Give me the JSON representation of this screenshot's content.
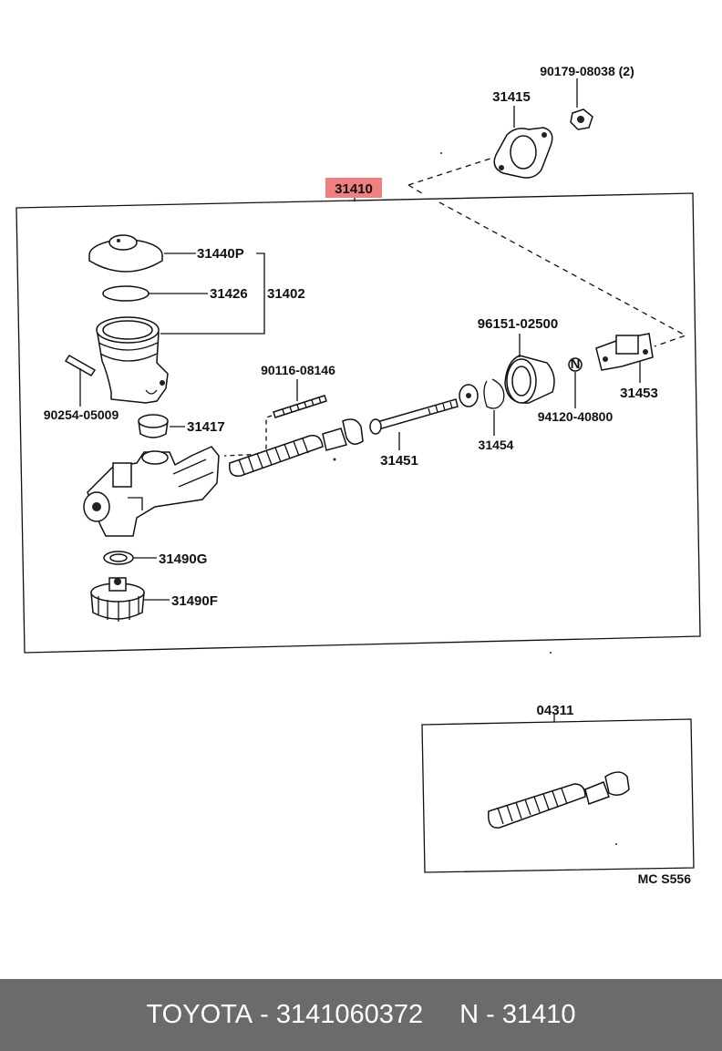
{
  "diagram": {
    "highlight_color": "#f08080",
    "parts": [
      {
        "id": "main-assembly",
        "label": "31410",
        "highlighted": true
      },
      {
        "id": "flange-gasket",
        "label": "31415"
      },
      {
        "id": "flange-nut",
        "label": "90179-08038 (2)"
      },
      {
        "id": "reservoir-cap",
        "label": "31440P"
      },
      {
        "id": "cap-gasket",
        "label": "31426"
      },
      {
        "id": "reservoir-set",
        "label": "31402"
      },
      {
        "id": "reservoir-pin",
        "label": "90254-05009"
      },
      {
        "id": "stud-bolt",
        "label": "90116-08146"
      },
      {
        "id": "grommet",
        "label": "31417"
      },
      {
        "id": "piston-rod",
        "label": "31451"
      },
      {
        "id": "boot",
        "label": "31454"
      },
      {
        "id": "snap-ring",
        "label": "96151-02500"
      },
      {
        "id": "nut",
        "label": "94120-40800"
      },
      {
        "id": "clevis",
        "label": "31453"
      },
      {
        "id": "gasket-g",
        "label": "31490G"
      },
      {
        "id": "plug-f",
        "label": "31490F"
      },
      {
        "id": "repair-kit",
        "label": "04311"
      }
    ],
    "nut_symbol": "N",
    "drawing_code": "MC S556"
  },
  "footer": {
    "brand": "TOYOTA",
    "separator": " - ",
    "part_number": "3141060372",
    "n_prefix": "N",
    "n_value": "31410"
  }
}
